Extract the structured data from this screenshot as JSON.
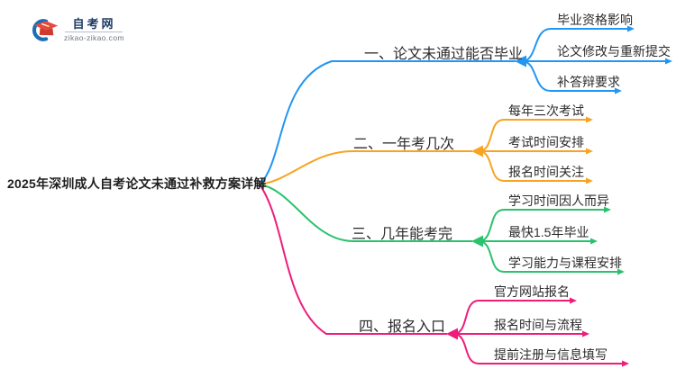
{
  "logo": {
    "site_name": "自考网",
    "site_url": "zikao-zikao.com",
    "cap_color": "#E64A3B",
    "cap_shadow_color": "#CE3A2E",
    "swoosh_color": "#1B6EB5",
    "name_color": "#1C3C64",
    "url_color": "#707782"
  },
  "central_topic": "2025年深圳成人自考论文未通过补救方案详解",
  "branches": [
    {
      "label": "一、论文未通过能否毕业",
      "color": "#2196F3",
      "children": [
        "毕业资格影响",
        "论文修改与重新提交",
        "补答辩要求"
      ]
    },
    {
      "label": "二、一年考几次",
      "color": "#F7A421",
      "children": [
        "每年三次考试",
        "考试时间安排",
        "报名时间关注"
      ]
    },
    {
      "label": "三、几年能考完",
      "color": "#2BC26D",
      "children": [
        "学习时间因人而异",
        "最快1.5年毕业",
        "学习能力与课程安排"
      ]
    },
    {
      "label": "四、报名入口",
      "color": "#EE1D7A",
      "children": [
        "官方网站报名",
        "报名时间与流程",
        "提前注册与信息填写"
      ]
    }
  ]
}
